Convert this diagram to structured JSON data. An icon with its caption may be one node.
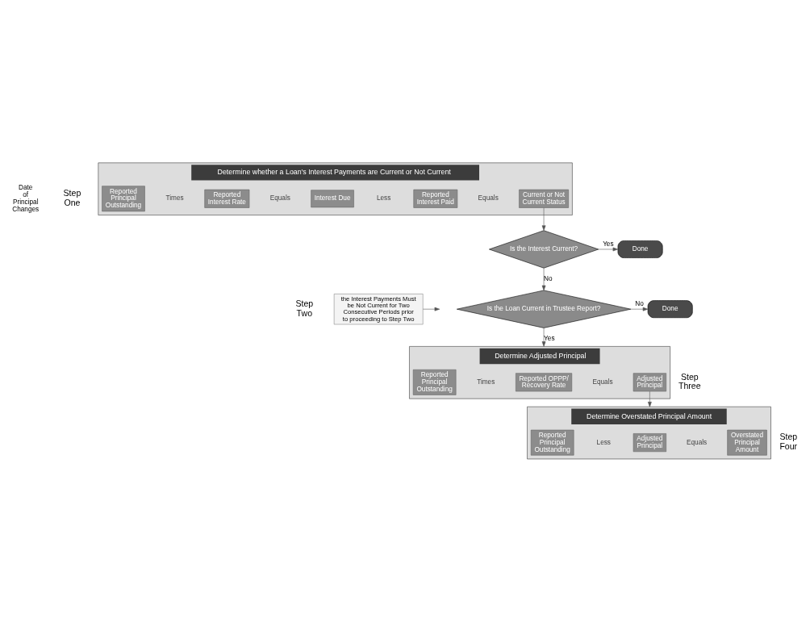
{
  "diagram": {
    "nodes": [
      {
        "text": [
          "Determine whether a Loan's Interest Payments are Current or Not Current"
        ]
      },
      {
        "text": [
          "Reported Principal Outstanding"
        ],
        "in": 0
      },
      {
        "text": [
          "Reported Interest Rate"
        ],
        "in": 0
      },
      {
        "text": [
          "Interest Due"
        ],
        "in": 0
      },
      {
        "text": [
          "Reported Interest Paid"
        ],
        "in": 0
      },
      {
        "text": [
          "Current or Not Current Status"
        ],
        "in": 0
      },
      {
        "text": [
          "Is the Interest Current?"
        ]
      },
      {
        "text": [
          "Done"
        ]
      },
      {
        "text": [
          "the Interest Payments Must be Not Current for Two Consecutive Periods prior to proceeding to Step Two"
        ]
      },
      {
        "text": [
          "Is the Loan Current in Trustee Report?"
        ]
      },
      {
        "text": [
          "Done"
        ]
      },
      {
        "text": [
          "Determine Adjusted Principal"
        ]
      },
      {
        "text": [
          "Reported Principal Outstanding"
        ],
        "in": 11
      },
      {
        "text": [
          "Reported OPPP/ Recovery Rate"
        ],
        "in": 11
      },
      {
        "text": [
          "Adjusted Principal"
        ],
        "in": 11
      },
      {
        "text": [
          "Determine Overstated Principal Amount"
        ]
      },
      {
        "text": [
          "Reported Principal Outstanding"
        ],
        "in": 15
      },
      {
        "text": [
          "Adjusted Principal"
        ],
        "in": 15
      },
      {
        "text": [
          "Overstated Principal Amount"
        ],
        "in": 15
      }
    ],
    "edges": [
      {
        "from": 5,
        "to": 6,
        "arrow": "to"
      },
      {
        "from": 6,
        "to": 7,
        "arrow": "to",
        "label": "Yes"
      },
      {
        "from": 6,
        "to": 9,
        "arrow": "to",
        "label": "No"
      },
      {
        "from": 8,
        "to": null,
        "arrow": "to"
      },
      {
        "from": 9,
        "to": 10,
        "arrow": "to",
        "label": "No"
      },
      {
        "from": 9,
        "to": 11,
        "arrow": "to",
        "label": "Yes"
      },
      {
        "from": 14,
        "to": 15,
        "arrow": "to"
      }
    ],
    "labels": [
      "Date of Principal Changes",
      "Times",
      "Equals",
      "Less",
      "Equals",
      "Step One",
      "Step Two",
      "Step Three",
      "Times",
      "Equals",
      "Step Four",
      "Less",
      "Equals"
    ]
  }
}
